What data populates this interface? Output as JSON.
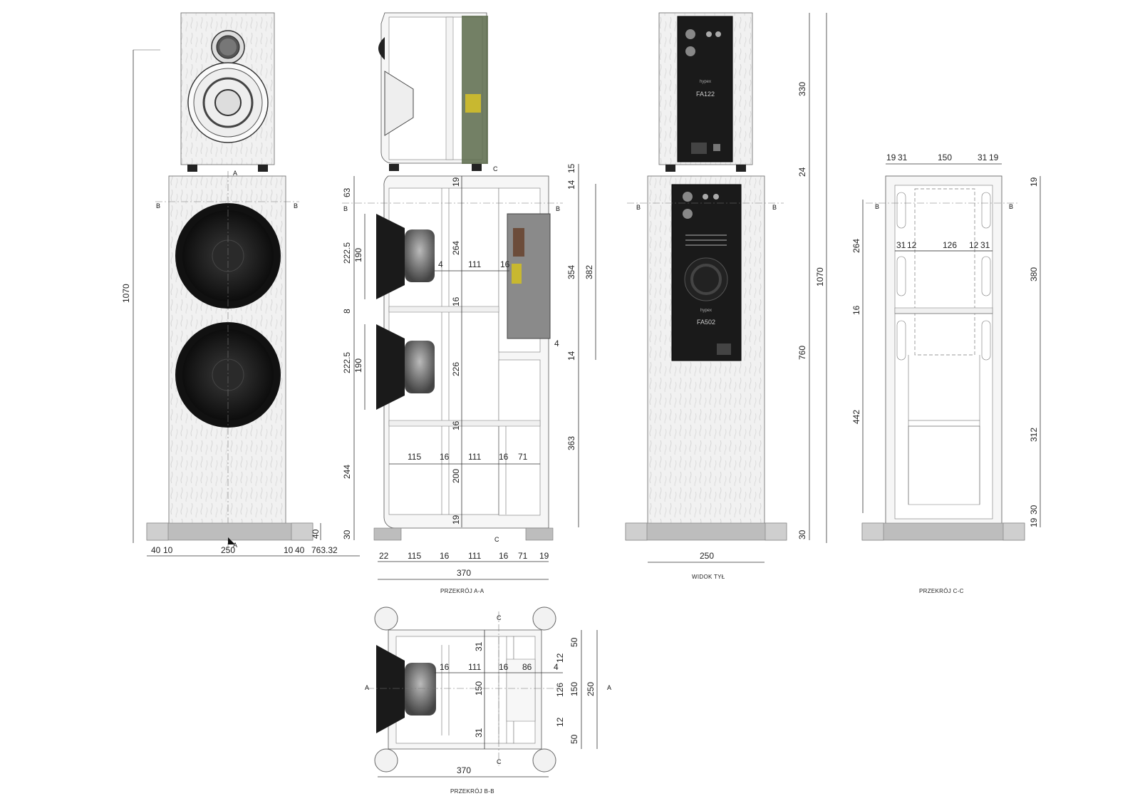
{
  "captions": {
    "section_aa": "PRZEKRÓJ A-A",
    "rear_view": "WIDOK TYŁ",
    "section_cc": "PRZEKRÓJ C-C",
    "section_bb": "PRZEKRÓJ B-B"
  },
  "section_marks": {
    "a": "A",
    "b": "B",
    "c": "C"
  },
  "amplifier_labels": {
    "top_model": "FA122",
    "bottom_model": "FA502",
    "brand": "hypex"
  },
  "dims": {
    "front": {
      "height": "1070",
      "w_foot_l": "40",
      "w_gap_l": "10",
      "w_body": "250",
      "w_gap_r": "10",
      "w_foot_r": "40",
      "offset": "763.32",
      "foot_h": "40"
    },
    "side": {
      "h63": "63",
      "h222a": "222.5",
      "h190a": "190",
      "h8": "8",
      "h222b": "222.5",
      "h190b": "190",
      "h244": "244",
      "h30": "30",
      "v19t": "19",
      "v264": "264",
      "v16a": "16",
      "v226": "226",
      "v16b": "16",
      "v200": "200",
      "v19b": "19",
      "i4": "4",
      "i111": "111",
      "i16": "16",
      "r4": "4",
      "c115": "115",
      "c16a": "16",
      "c111": "111",
      "c16b": "16",
      "c71": "71",
      "b22": "22",
      "b115": "115",
      "b16a": "16",
      "b111": "111",
      "b16b": "16",
      "b71": "71",
      "b19": "19",
      "total": "370",
      "r15": "15",
      "r14a": "14",
      "r354": "354",
      "r382": "382",
      "r14b": "14",
      "r363": "363"
    },
    "rear": {
      "h330": "330",
      "h24": "24",
      "h760": "760",
      "h30": "30",
      "h1070": "1070",
      "w250": "250"
    },
    "cc": {
      "t19a": "19",
      "t31a": "31",
      "t150": "150",
      "t31b": "31",
      "t19b": "19",
      "m31a": "31",
      "m12a": "12",
      "m126": "126",
      "m12b": "12",
      "m31b": "31",
      "l264": "264",
      "l16": "16",
      "l442": "442",
      "r19": "19",
      "r380": "380",
      "r312": "312",
      "r19b": "19",
      "r30": "30"
    },
    "bb": {
      "v31a": "31",
      "v150": "150",
      "v31b": "31",
      "h16a": "16",
      "h111": "111",
      "h16b": "16",
      "h86": "86",
      "h4": "4",
      "r50a": "50",
      "r12a": "12",
      "r126": "126",
      "r12b": "12",
      "r50b": "50",
      "r150": "150",
      "r250": "250",
      "w370": "370"
    }
  }
}
